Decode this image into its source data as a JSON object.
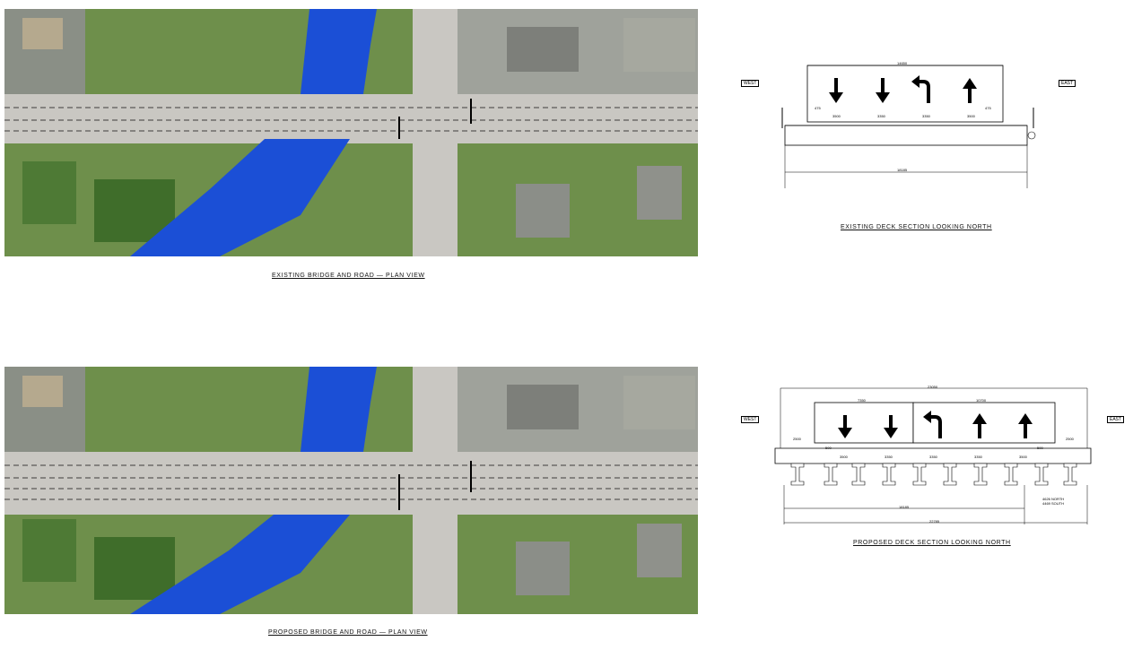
{
  "plan_views": {
    "existing_caption": "EXISTING BRIDGE AND ROAD — PLAN VIEW",
    "proposed_caption": "PROPOSED BRIDGE AND ROAD — PLAN VIEW"
  },
  "existing_section": {
    "caption": "EXISTING DECK SECTION LOOKING NORTH",
    "west_label": "WEST",
    "east_label": "EAST",
    "overall_width": "14650",
    "lane_widths": [
      "3500",
      "3350",
      "3350",
      "3500"
    ],
    "shoulder_left": "475",
    "shoulder_right": "475",
    "base_width": "18185",
    "lane_arrows": [
      "down-arrow",
      "down-arrow",
      "left-turn-arrow",
      "up-arrow"
    ]
  },
  "proposed_section": {
    "caption": "PROPOSED DECK SECTION LOOKING NORTH",
    "west_label": "WEST",
    "east_label": "EAST",
    "overall_width": "23050",
    "group_left": "7350",
    "group_right": "10700",
    "sidewalk_left": "2500",
    "sidewalk_right": "2500",
    "offset_left": "500",
    "offset_right": "500",
    "lane_widths": [
      "3500",
      "3350",
      "3350",
      "3350",
      "3500"
    ],
    "base_width": "18185",
    "total_width": "22785",
    "note_north": "4626 NORTH",
    "note_south": "4469 SOUTH",
    "lane_arrows": [
      "down-arrow",
      "down-arrow",
      "left-turn-arrow",
      "up-arrow",
      "up-arrow"
    ]
  },
  "colors": {
    "river": "#1b4fd6",
    "road": "#c9c7c2",
    "vegetation": "#5f8a3c"
  }
}
